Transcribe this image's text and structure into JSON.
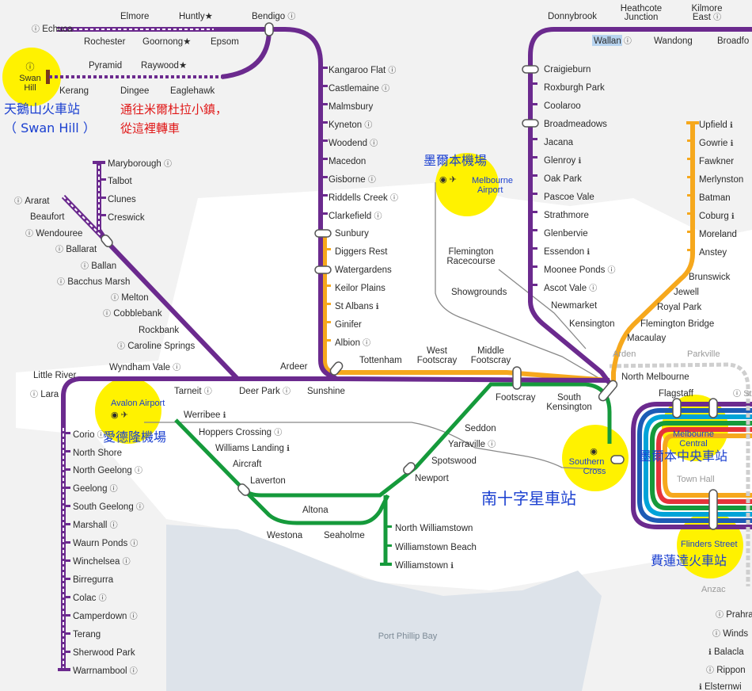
{
  "colors": {
    "regional": "#6b2a8e",
    "sunbury_line": "#f6a81d",
    "werribee_line": "#159a3b",
    "upfield_line": "#f6a81d",
    "craigieburn_line": "#6b2a8e",
    "highlight": "#fff200",
    "bay": "#dde3ea",
    "land_gray": "#eeeeee",
    "annotation_blue": "#1a3fd0",
    "annotation_red": "#e01818"
  },
  "icon_glyphs": {
    "info": "ⓘ",
    "info_filled": "ℹ",
    "train": "◉",
    "airport": "✈"
  },
  "bay_label": "Port Phillip Bay",
  "stations": {
    "echuca": "Echuca",
    "elmore": "Elmore",
    "huntly": "Huntly★",
    "bendigo": "Bendigo",
    "rochester": "Rochester",
    "goornong": "Goornong★",
    "epsom": "Epsom",
    "pyramid": "Pyramid",
    "raywood": "Raywood★",
    "swan_hill": "Swan\nHill",
    "kerang": "Kerang",
    "dingee": "Dingee",
    "eaglehawk": "Eaglehawk",
    "kangaroo_flat": "Kangaroo Flat",
    "castlemaine": "Castlemaine",
    "malmsbury": "Malmsbury",
    "kyneton": "Kyneton",
    "woodend": "Woodend",
    "macedon": "Macedon",
    "gisborne": "Gisborne",
    "riddells_creek": "Riddells Creek",
    "clarkefield": "Clarkefield",
    "sunbury": "Sunbury",
    "diggers_rest": "Diggers Rest",
    "watergardens": "Watergardens",
    "keilor_plains": "Keilor Plains",
    "st_albans": "St Albans",
    "ginifer": "Ginifer",
    "albion": "Albion",
    "maryborough": "Maryborough",
    "talbot": "Talbot",
    "clunes": "Clunes",
    "creswick": "Creswick",
    "ararat": "Ararat",
    "beaufort": "Beaufort",
    "wendouree": "Wendouree",
    "ballarat": "Ballarat",
    "ballan": "Ballan",
    "bacchus_marsh": "Bacchus Marsh",
    "melton": "Melton",
    "cobblebank": "Cobblebank",
    "rockbank": "Rockbank",
    "caroline_springs": "Caroline Springs",
    "little_river": "Little River",
    "lara": "Lara",
    "wyndham_vale": "Wyndham Vale",
    "tarneit": "Tarneit",
    "deer_park": "Deer Park",
    "ardeer": "Ardeer",
    "sunshine": "Sunshine",
    "tottenham": "Tottenham",
    "west_footscray": "West\nFootscray",
    "middle_footscray": "Middle\nFootscray",
    "footscray": "Footscray",
    "south_kensington": "South\nKensington",
    "north_melbourne": "North Melbourne",
    "corio": "Corio",
    "north_shore": "North Shore",
    "north_geelong": "North Geelong",
    "geelong": "Geelong",
    "south_geelong": "South Geelong",
    "marshall": "Marshall",
    "waurn_ponds": "Waurn Ponds",
    "winchelsea": "Winchelsea",
    "birregurra": "Birregurra",
    "colac": "Colac",
    "camperdown": "Camperdown",
    "terang": "Terang",
    "sherwood_park": "Sherwood Park",
    "warrnambool": "Warrnambool",
    "werribee": "Werribee",
    "hoppers_crossing": "Hoppers Crossing",
    "williams_landing": "Williams Landing",
    "aircraft": "Aircraft",
    "laverton": "Laverton",
    "altona": "Altona",
    "westona": "Westona",
    "seaholme": "Seaholme",
    "newport": "Newport",
    "spotswood": "Spotswood",
    "yarraville": "Yarraville",
    "seddon": "Seddon",
    "north_williamstown": "North Williamstown",
    "williamstown_beach": "Williamstown Beach",
    "williamstown": "Williamstown",
    "donnybrook": "Donnybrook",
    "heathcote_junction": "Heathcote\nJunction",
    "kilmore_east": "Kilmore\nEast",
    "wallan": "Wallan",
    "wandong": "Wandong",
    "broadford": "Broadfo",
    "craigieburn": "Craigieburn",
    "roxburgh_park": "Roxburgh Park",
    "coolaroo": "Coolaroo",
    "broadmeadows": "Broadmeadows",
    "jacana": "Jacana",
    "glenroy": "Glenroy",
    "oak_park": "Oak Park",
    "pascoe_vale": "Pascoe Vale",
    "strathmore": "Strathmore",
    "glenbervie": "Glenbervie",
    "essendon": "Essendon",
    "moonee_ponds": "Moonee Ponds",
    "ascot_vale": "Ascot Vale",
    "newmarket": "Newmarket",
    "kensington": "Kensington",
    "upfield": "Upfield",
    "gowrie": "Gowrie",
    "fawkner": "Fawkner",
    "merlynston": "Merlynston",
    "batman": "Batman",
    "coburg": "Coburg",
    "moreland": "Moreland",
    "anstey": "Anstey",
    "brunswick": "Brunswick",
    "jewell": "Jewell",
    "royal_park": "Royal Park",
    "flemington_bridge": "Flemington Bridge",
    "macaulay": "Macaulay",
    "flemington_racecourse": "Flemington\nRacecourse",
    "showgrounds": "Showgrounds",
    "melbourne_airport": "Melbourne\nAirport",
    "avalon_airport": "Avalon Airport",
    "southern_cross": "Southern\nCross",
    "flagstaff": "Flagstaff",
    "melbourne_central": "Melbourne\nCentral",
    "town_hall": "Town Hall",
    "flinders_street": "Flinders Street",
    "arden": "Arden",
    "parkville": "Parkville",
    "anzac": "Anzac",
    "state": "Stat",
    "prahran": "Prahra",
    "windsor": "Winds",
    "balaclava": "Balacla",
    "ripponlea": "Rippon",
    "elsternwick": "Elsternwi"
  },
  "annotations": {
    "swan_hill_zh": "天鵝山火車站",
    "swan_hill_en": "（ Swan Hill ）",
    "transfer_line1": "通往米爾杜拉小鎮，",
    "transfer_line2": "從這裡轉車",
    "melbourne_airport_zh": "墨爾本機場",
    "avalon_airport_zh": "愛德隆機場",
    "southern_cross_zh": "南十字星車站",
    "melbourne_central_zh": "墨爾本中央車站",
    "flinders_street_zh": "費蓮達火車站"
  }
}
